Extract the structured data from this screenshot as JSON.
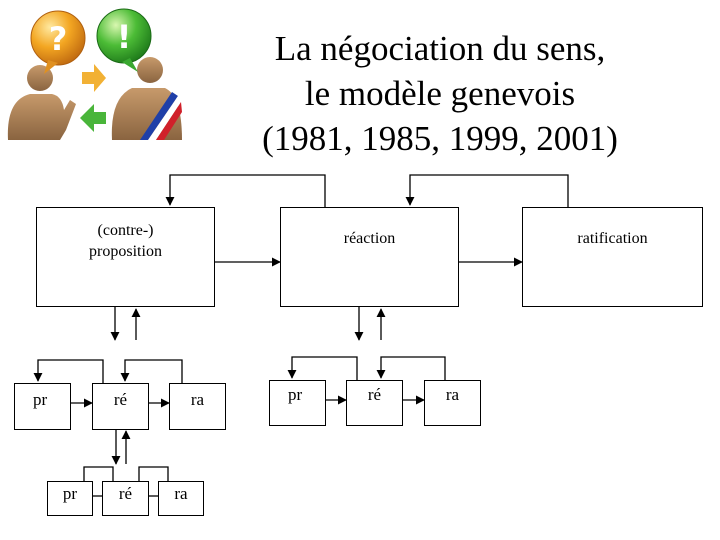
{
  "title": {
    "line1": "La négociation du sens,",
    "line2": "le modèle genevois",
    "line3": "(1981, 1985, 1999, 2001)"
  },
  "main_boxes": {
    "proposition": "(contre-)\nproposition",
    "reaction": "réaction",
    "ratification": "ratification"
  },
  "sub_left": {
    "pr": "pr",
    "re": "ré",
    "ra": "ra"
  },
  "sub_mid": {
    "pr": "pr",
    "re": "ré",
    "ra": "ra"
  },
  "sub_bottom": {
    "pr": "pr",
    "re": "ré",
    "ra": "ra"
  },
  "logo": {
    "left_bubble_symbol": "?",
    "right_bubble_symbol": "!"
  },
  "colors": {
    "line": "#000000",
    "bubble_orange": "#f0a020",
    "bubble_green": "#3aa830",
    "figure": "#a67c52"
  }
}
